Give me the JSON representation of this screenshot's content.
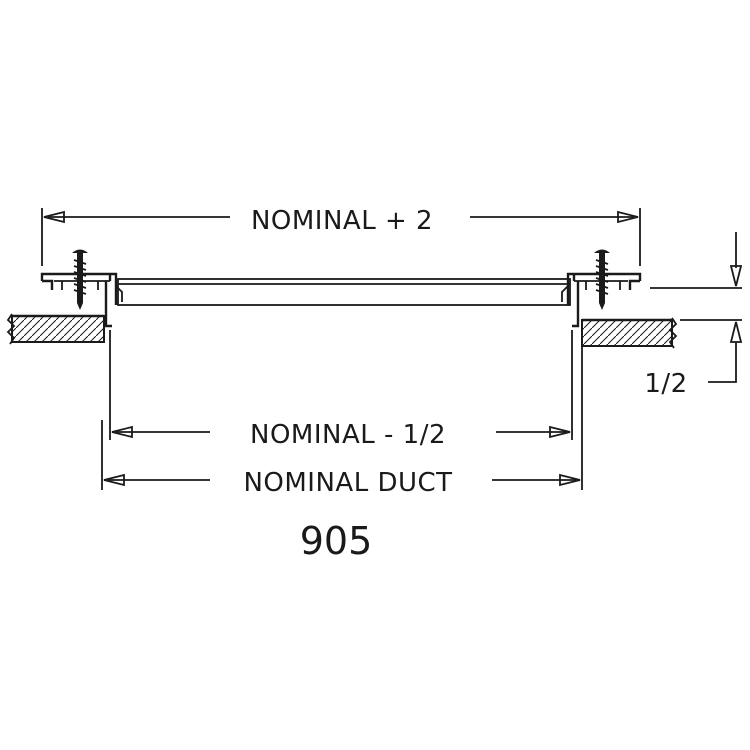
{
  "dimensions": {
    "top_width": "NOMINAL + 2",
    "inner_width": "NOMINAL - 1/2",
    "duct_width": "NOMINAL DUCT",
    "flange_depth": "1/2"
  },
  "model_number": "905",
  "colors": {
    "ink": "#1a1a1a",
    "background": "#ffffff"
  }
}
